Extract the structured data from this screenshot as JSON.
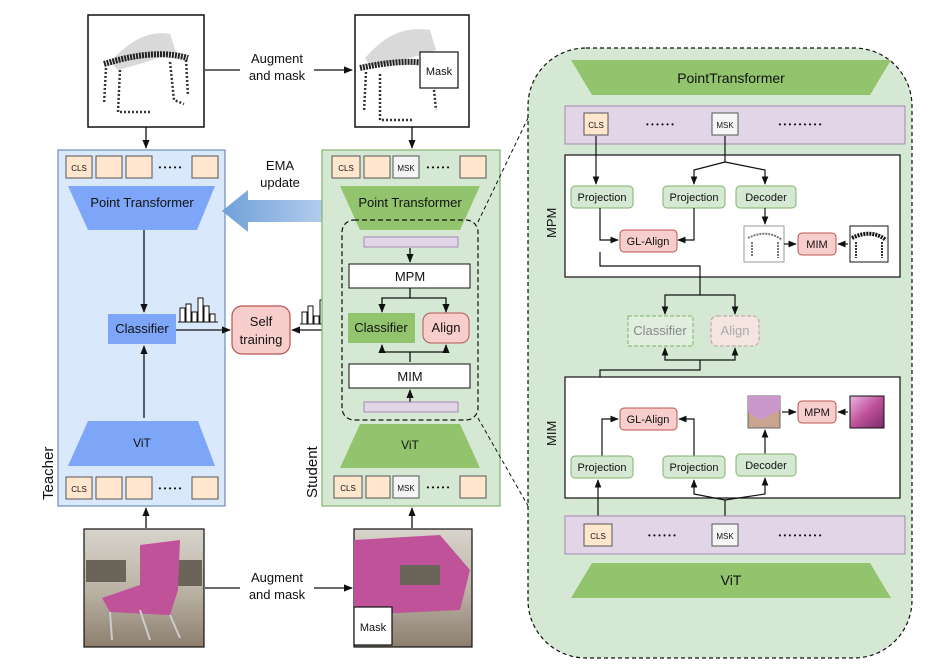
{
  "colors": {
    "blue_panel": "#dae8fc",
    "blue_border": "#6c8ebf",
    "blue_shape": "#7ea6f8",
    "green_panel": "#d5e8d4",
    "green_border": "#82b366",
    "green_shape": "#92c46d",
    "purple": "#e1d5e7",
    "red_box": "#f8cecc",
    "red_border": "#b85450",
    "token": "#ffe6cc",
    "arrow_blue": "#7fa7d8"
  },
  "labels": {
    "teacher": "Teacher",
    "student": "Student",
    "augment_top_1": "Augment",
    "augment_top_2": "and mask",
    "augment_bot_1": "Augment",
    "augment_bot_2": "and mask",
    "mask_top": "Mask",
    "mask_bot": "Mask",
    "ema_1": "EMA",
    "ema_2": "update",
    "self_1": "Self",
    "self_2": "training",
    "dots": "• • • • •"
  },
  "teacher": {
    "cls_top": "CLS",
    "point_transformer": "Point Transformer",
    "classifier": "Classifier",
    "vit": "ViT",
    "cls_bot": "CLS"
  },
  "student": {
    "cls_top": "CLS",
    "msk_top": "MSK",
    "point_transformer": "Point Transformer",
    "mpm": "MPM",
    "classifier": "Classifier",
    "align": "Align",
    "mim": "MIM",
    "vit": "ViT",
    "cls_bot": "CLS",
    "msk_bot": "MSK"
  },
  "detail": {
    "point_transformer": "PointTransformer",
    "cls_top": "CLS",
    "msk_top": "MSK",
    "dots_a": "• • • • • •",
    "dots_b": "• • • • • • • • •",
    "mpm_label": "MPM",
    "projection_1": "Projection",
    "projection_2": "Projection",
    "decoder_1": "Decoder",
    "gl_align_1": "GL-Align",
    "mim_box": "MIM",
    "classifier": "Classifier",
    "align": "Align",
    "mim_label": "MIM",
    "gl_align_2": "GL-Align",
    "mpm_box": "MPM",
    "projection_3": "Projection",
    "projection_4": "Projection",
    "decoder_2": "Decoder",
    "cls_bot": "CLS",
    "msk_bot": "MSK",
    "vit": "ViT"
  }
}
